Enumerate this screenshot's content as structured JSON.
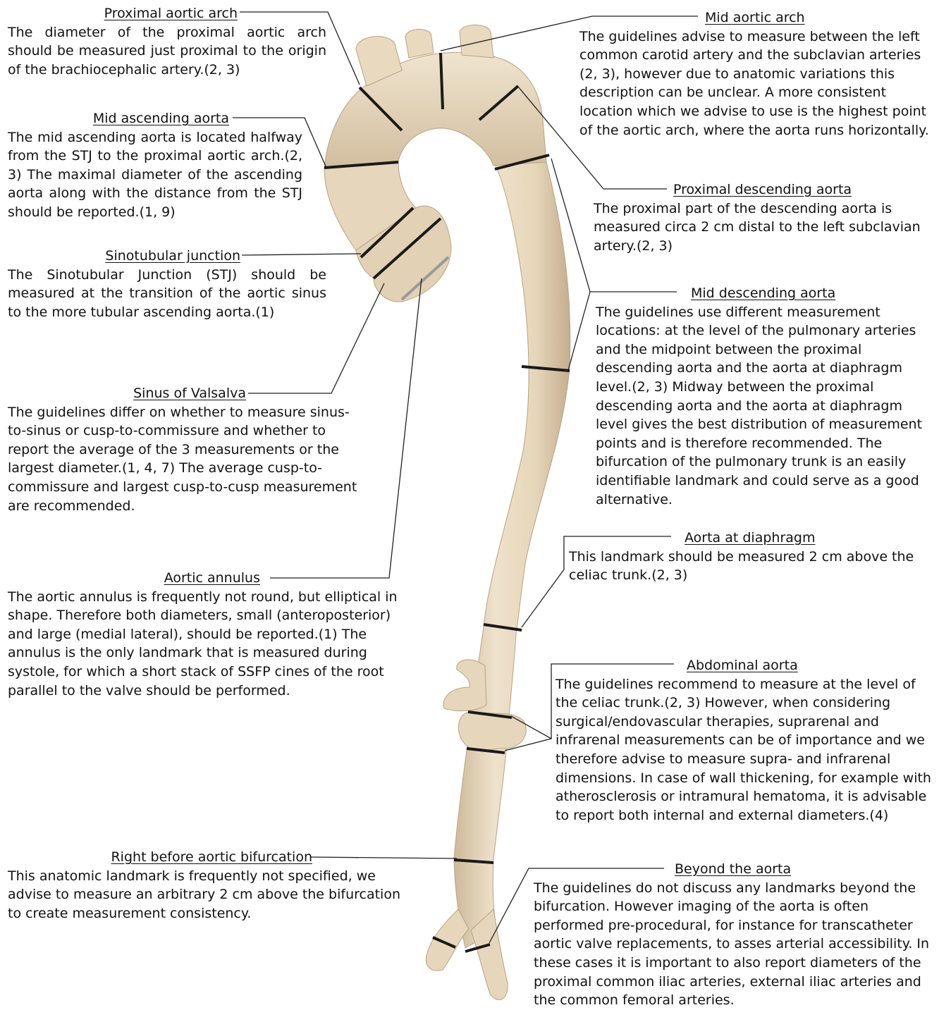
{
  "annotations": {
    "proximal_aortic_arch": {
      "title": "Proximal aortic arch",
      "text": "The diameter of the proximal aortic arch should be measured just proximal to the origin of the brachiocephalic artery.(2, 3)"
    },
    "mid_ascending_aorta": {
      "title": "Mid ascending aorta",
      "text": "The mid ascending aorta is located halfway from the STJ to the proximal aortic arch.(2, 3) The maximal diameter of the ascending aorta along with the distance from the STJ should be reported.(1, 9)"
    },
    "sinotubular_junction": {
      "title": "Sinotubular junction",
      "text": "The Sinotubular Junction (STJ) should be measured at the transition of the aortic sinus to the more tubular ascending aorta.(1)"
    },
    "sinus_of_valsalva": {
      "title": "Sinus of Valsalva",
      "text": "The guidelines differ on whether to measure sinus-to-sinus or cusp-to-commissure and whether to report the average of the 3 measurements or the largest diameter.(1, 4, 7) The average cusp-to-commissure and largest cusp-to-cusp measurement are recommended."
    },
    "aortic_annulus": {
      "title": "Aortic annulus",
      "text": "The aortic annulus is frequently not round, but elliptical in shape. Therefore both diameters, small (anteroposterior) and large (medial lateral), should be reported.(1) The annulus is the only landmark that is measured during systole, for which a short stack of SSFP cines of the root parallel to the valve should be performed."
    },
    "right_before_bifurcation": {
      "title": "Right before aortic bifurcation",
      "text": "This anatomic landmark is frequently not specified, we advise to measure an arbitrary 2 cm above the bifurcation to create measurement consistency."
    },
    "mid_aortic_arch": {
      "title": "Mid aortic arch",
      "text": "The guidelines advise to measure between the left common carotid artery and the subclavian arteries (2, 3), however due to anatomic variations this description can be unclear. A more consistent location which we advise to use is the highest point of the aortic arch, where the aorta runs horizontally."
    },
    "proximal_descending_aorta": {
      "title": "Proximal descending aorta",
      "text": "The proximal part of the descending aorta is measured circa 2 cm distal to the left subclavian artery.(2, 3)"
    },
    "mid_descending_aorta": {
      "title": "Mid descending aorta",
      "text": "The guidelines use different measurement locations: at the level of the pulmonary arteries and the midpoint between the proximal descending aorta and the aorta at diaphragm level.(2, 3) Midway between the proximal descending aorta and the aorta at diaphragm level gives the best distribution of measurement points and is therefore recommended. The bifurcation of the pulmonary trunk is an easily identifiable landmark and could serve as a good alternative."
    },
    "aorta_at_diaphragm": {
      "title": "Aorta at diaphragm",
      "text": "This landmark should be measured 2 cm above the celiac trunk.(2, 3)"
    },
    "abdominal_aorta": {
      "title": "Abdominal aorta",
      "text": "The guidelines recommend to measure at the level of the celiac trunk.(2, 3) However, when considering surgical/endovascular therapies, suprarenal and infrarenal measurements can be of importance and we therefore advise to measure supra- and infrarenal dimensions. In case of wall thickening, for example with atherosclerosis or intramural hematoma, it is advisable to report both internal and external diameters.(4)"
    },
    "beyond_the_aorta": {
      "title": "Beyond the aorta",
      "text": "The guidelines do not discuss any landmarks beyond the bifurcation. However imaging of the aorta is often performed pre-procedural, for instance for transcatheter aortic valve replacements, to asses arterial accessibility. In these cases it is important to also report diameters of the proximal common iliac arteries, external iliac arteries and the common femoral arteries."
    }
  },
  "colors": {
    "aorta_fill": "#e9dbc2",
    "aorta_shade": "#c9b496",
    "measure_line": "#1a1a1a",
    "leader_line": "#222222"
  }
}
